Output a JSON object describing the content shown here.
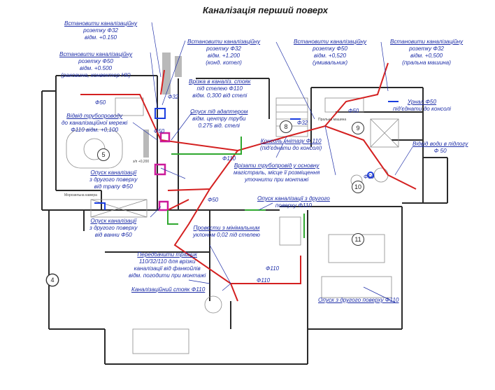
{
  "title": "Каналізація перший поверх",
  "annotations": {
    "a1": {
      "head": "Встановити каналізаційну",
      "l2": "розетку Ф32",
      "l3": "відм. +0.150"
    },
    "a2": {
      "head": "Встановити каналізаційну",
      "l2": "розетку Ф50",
      "l3": "відм. +0.500",
      "l4": "(раковина, конвектор НК)"
    },
    "a3": {
      "head": "Встановити каналізаційну",
      "l2": "розетку Ф32",
      "l3": "відм. +1.200",
      "l4": "(конд. котел)"
    },
    "a4": {
      "head": "Встановити каналізаційну",
      "l2": "розетку Ф50",
      "l3": "відм. +0,520",
      "l4": "(умивальник)"
    },
    "a5": {
      "head": "Встановити каналізаційну",
      "l2": "розетку Ф32",
      "l3": "відм. +0,500",
      "l4": "(пральна машина)"
    },
    "a6": {
      "head": "Врізка в каналіз. стояк",
      "l2": "під стелею Ф110",
      "l3": "відм. 0,300 від стелі"
    },
    "a7": {
      "head": "Відвід трубопроводу",
      "l2": "до каналізаційної мережі",
      "l3": "Ф110 відм. +0,100"
    },
    "a8": {
      "head": "Опуск під адаптером",
      "l2": "відм. центру труби",
      "l3": "0.275 від. стелі"
    },
    "a9": {
      "head": "Консоль унітазу Ф 110",
      "l2": "(під'єднати до консолі)"
    },
    "a10": {
      "head": "Урнал Ф50",
      "l2": "під'єднати до консолі"
    },
    "a11": {
      "head": "Відвід води в підлогу",
      "l2": "Ф 50"
    },
    "a12": {
      "head": "Врізати трубопровід у основну",
      "l2": "магістраль, місце її розміщення",
      "l3": "уточнити при монтажі"
    },
    "a13": {
      "head": "Опуск каналізації",
      "l2": "з другого поверху",
      "l3": "від трапу Ф50"
    },
    "a14": {
      "head": "Опуск каналізації з другого",
      "l2": "поверху Ф110"
    },
    "a15": {
      "head": "Опуск каналізації",
      "l2": "з другого поверху",
      "l3": "від ванни Ф50"
    },
    "a16": {
      "head": "Провести з мінімальним",
      "l2": "уклоном 0,02 під стелею"
    },
    "a17": {
      "head": "Передбачити трійник",
      "l2": "110/32/110 для врізки",
      "l3": "каналізації від фанкойлів",
      "l4": "відм. погодити при монтажі"
    },
    "a18": {
      "head": "Каналізаційний стояк Ф110"
    },
    "a19": {
      "head": "Опуск з другого поверху Ф110"
    }
  },
  "tags": {
    "t_f50_a": "Ф50",
    "t_f32_a": "Ф32",
    "t_f50_b": "Ф50",
    "t_f110_a": "Ф110",
    "t_f32_b": "Ф32",
    "t_f50_c": "Ф50",
    "t_f50_d": "Ф50",
    "t_f50_e": "Ф50",
    "t_f110_b": "Ф110",
    "t_f110_c": "Ф110"
  },
  "rooms": {
    "r4": "4",
    "r5": "5",
    "r8": "8",
    "r9": "9",
    "r10": "10",
    "r11": "11"
  },
  "small_labels": {
    "s1": "Морозильна камера",
    "s2": "з/п +0,200",
    "s3": "Пральна машина"
  },
  "colors": {
    "annotation": "#1f2fa8",
    "pipe": "#d42020",
    "riser": "#cc1a9a",
    "node": "#1a3de0",
    "green": "#2fa82f",
    "wall": "#2a2a2a"
  }
}
